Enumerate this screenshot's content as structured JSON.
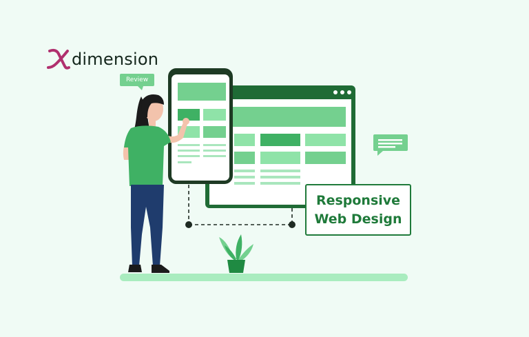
{
  "brand": {
    "logo_text": "dimension",
    "accent_color": "#b0306e"
  },
  "review_bubble": {
    "label": "Review"
  },
  "headline": {
    "line1": "Responsive",
    "line2": "Web Design"
  },
  "icons": {
    "chat": "chat-bubble-icon",
    "browser_controls": "window-dots-icon"
  },
  "colors": {
    "background": "#f0fbf5",
    "dark_green": "#1f6b35",
    "mid_green": "#3fb164",
    "light_green": "#74d08f",
    "pale_green": "#a9e6bd",
    "text_green": "#1f7a3a"
  }
}
